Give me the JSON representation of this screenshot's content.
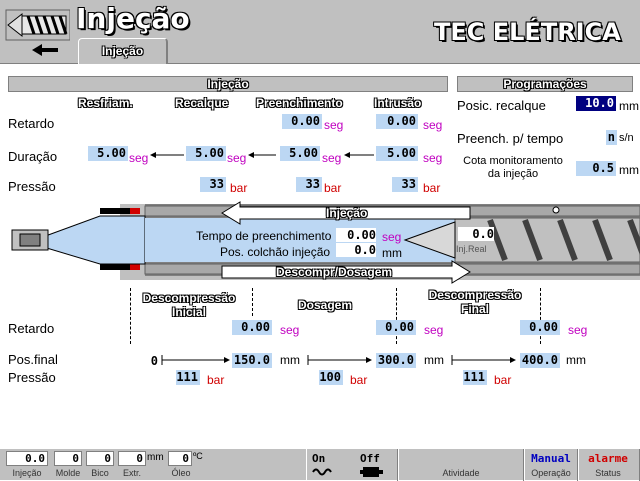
{
  "header": {
    "screen_title": "Injeção",
    "tab_label": "Injeção",
    "brand": "TEC ELÉTRICA"
  },
  "injection_section": {
    "title": "Injeção",
    "columns": [
      "Resfriam.",
      "Recalque",
      "Preenchimento",
      "Intrusão"
    ],
    "rows": {
      "retardo": {
        "label": "Retardo",
        "preenchimento": "0.00",
        "intrusao": "0.00",
        "unit": "seg"
      },
      "duracao": {
        "label": "Duração",
        "resfriam": "5.00",
        "recalque": "5.00",
        "preenchimento": "5.00",
        "intrusao": "5.00",
        "unit": "seg"
      },
      "pressao": {
        "label": "Pressão",
        "recalque": "33",
        "preenchimento": "33",
        "intrusao": "33",
        "unit": "bar"
      }
    }
  },
  "programacoes": {
    "title": "Programações",
    "posic_recalque": {
      "label": "Posic. recalque",
      "value": "10.0",
      "unit": "mm"
    },
    "preench_tempo": {
      "label": "Preench. p/ tempo",
      "value": "n",
      "unit": "s/n"
    },
    "cota_monitoramento": {
      "label_line1": "Cota monitoramento",
      "label_line2": "da injeção",
      "value": "0.5",
      "unit": "mm"
    }
  },
  "machine": {
    "injecao_arrow": "Injeção",
    "descompr_arrow": "Descompr/Dosagem",
    "tempo_preenchimento": {
      "label": "Tempo de preenchimento",
      "value": "0.00",
      "unit": "seg"
    },
    "pos_colchao": {
      "label": "Pos. colchão injeção",
      "value": "0.0",
      "unit": "mm"
    },
    "screw_pos": {
      "value": "0.0",
      "label": "Inj.Real"
    }
  },
  "dosing_section": {
    "columns": [
      {
        "line1": "Descompressão",
        "line2": "Inicial"
      },
      {
        "line1": "Dosagem",
        "line2": ""
      },
      {
        "line1": "Descompressão",
        "line2": "Final"
      }
    ],
    "retardo": {
      "label": "Retardo",
      "values": [
        "0.00",
        "0.00",
        "0.00"
      ],
      "unit": "seg"
    },
    "posfinal": {
      "label": "Pos.final",
      "start": "0",
      "values": [
        "150.0",
        "300.0",
        "400.0"
      ],
      "unit": "mm"
    },
    "pressao": {
      "label": "Pressão",
      "values": [
        "111",
        "100",
        "111"
      ],
      "unit": "bar"
    }
  },
  "footer": {
    "temps": [
      {
        "value": "0.0",
        "label": "Injeção"
      },
      {
        "value": "0",
        "label": "Molde"
      },
      {
        "value": "0",
        "label": "Bico"
      },
      {
        "value": "0",
        "label": "Extr."
      }
    ],
    "temps_unit": "mm",
    "oleo": {
      "value": "0",
      "unit": "ºC",
      "label": "Óleo"
    },
    "motor_on": "On",
    "motor_off": "Off",
    "atividade_label": "Atividade",
    "operacao": {
      "value": "Manual",
      "label": "Operação",
      "color": "#0000c0"
    },
    "status": {
      "value": "alarme",
      "label": "Status",
      "color": "#d00000"
    }
  }
}
